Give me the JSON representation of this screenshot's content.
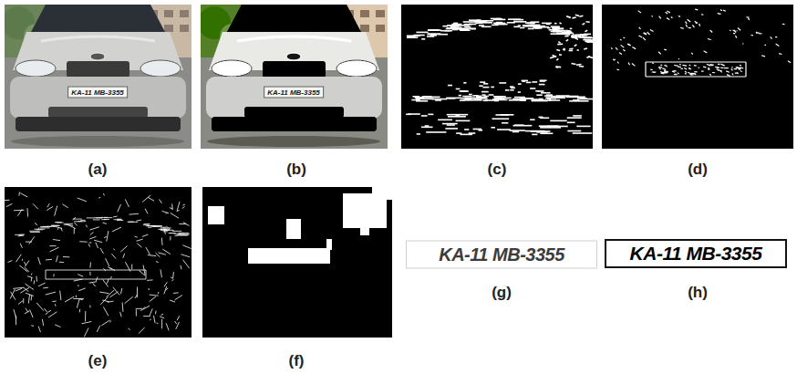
{
  "diagram": {
    "labels": [
      "KA-11 MB-3355",
      "(a)",
      "KA-11 MB-3355",
      "(b)",
      "(c)",
      "(d)",
      "(e)",
      "(f)",
      "KA-11 MB-3355",
      "(g)",
      "KA-11 MB-3355",
      "(h)"
    ]
  }
}
